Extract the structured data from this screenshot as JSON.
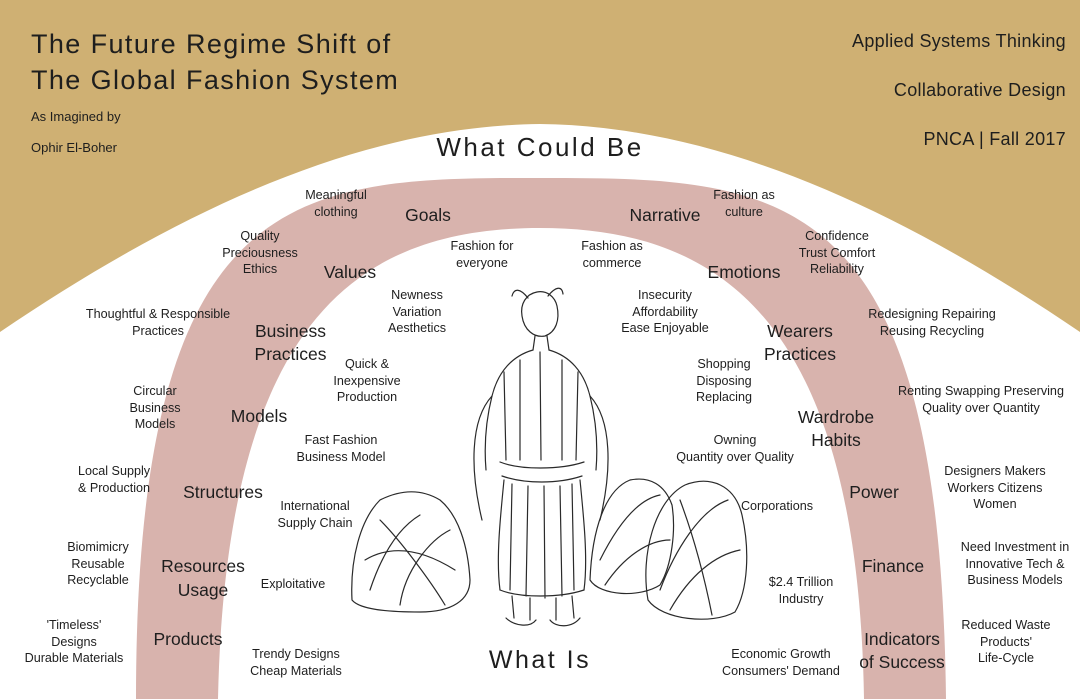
{
  "colors": {
    "banner": "#cfb073",
    "arch_band": "#d8b3ad",
    "ink": "#1e1e1e"
  },
  "header": {
    "title_line1": "The Future Regime Shift of",
    "title_line2": "The Global Fashion System",
    "imagined_by": "As Imagined by",
    "author": "Ophir El-Boher",
    "course": "Applied Systems Thinking",
    "course_sub": "Collaborative Design",
    "school_term": "PNCA | Fall 2017"
  },
  "arch": {
    "top_label": "What Could Be",
    "bottom_label": "What Is"
  },
  "left_labels": {
    "goals": "Goals",
    "values": "Values",
    "business_practices": "Business\nPractices",
    "models": "Models",
    "structures": "Structures",
    "resources_usage": "Resources\nUsage",
    "products": "Products"
  },
  "right_labels": {
    "narrative": "Narrative",
    "emotions": "Emotions",
    "wearers_practices": "Wearers\nPractices",
    "wardrobe_habits": "Wardrobe\nHabits",
    "power": "Power",
    "finance": "Finance",
    "indicators_of_success": "Indicators\nof Success"
  },
  "could_be_notes": {
    "meaningful_clothing": "Meaningful\nclothing",
    "quality_preciousness_ethics": "Quality\nPreciousness\nEthics",
    "thoughtful_practices": "Thoughtful & Responsible\nPractices",
    "circular_business": "Circular\nBusiness\nModels",
    "local_supply": "Local Supply\n& Production",
    "biomimicry": "Biomimicry\nReusable\nRecyclable",
    "timeless": "'Timeless'\nDesigns\nDurable Materials",
    "fashion_as_culture": "Fashion as\nculture",
    "confidence_trust": "Confidence\nTrust Comfort\nReliability",
    "redesigning": "Redesigning Repairing\nReusing Recycling",
    "renting": "Renting Swapping Preserving\nQuality over Quantity",
    "designers_makers": "Designers Makers\nWorkers Citizens\nWomen",
    "need_investment": "Need Investment in\nInnovative Tech &\nBusiness Models",
    "reduced_waste": "Reduced Waste\nProducts'\nLife-Cycle"
  },
  "what_is_notes": {
    "fashion_for_everyone": "Fashion for\neveryone",
    "newness_variation": "Newness\nVariation\nAesthetics",
    "quick_inexpensive": "Quick &\nInexpensive\nProduction",
    "fast_fashion": "Fast Fashion\nBusiness Model",
    "international_supply": "International\nSupply Chain",
    "exploitative": "Exploitative",
    "trendy_designs": "Trendy Designs\nCheap Materials",
    "fashion_as_commerce": "Fashion as\ncommerce",
    "insecurity": "Insecurity\nAffordability\nEase Enjoyable",
    "shopping": "Shopping\nDisposing\nReplacing",
    "owning": "Owning\nQuantity over Quality",
    "corporations": "Corporations",
    "trillion_industry": "$2.4 Trillion\nIndustry",
    "economic_growth": "Economic Growth\nConsumers' Demand"
  }
}
